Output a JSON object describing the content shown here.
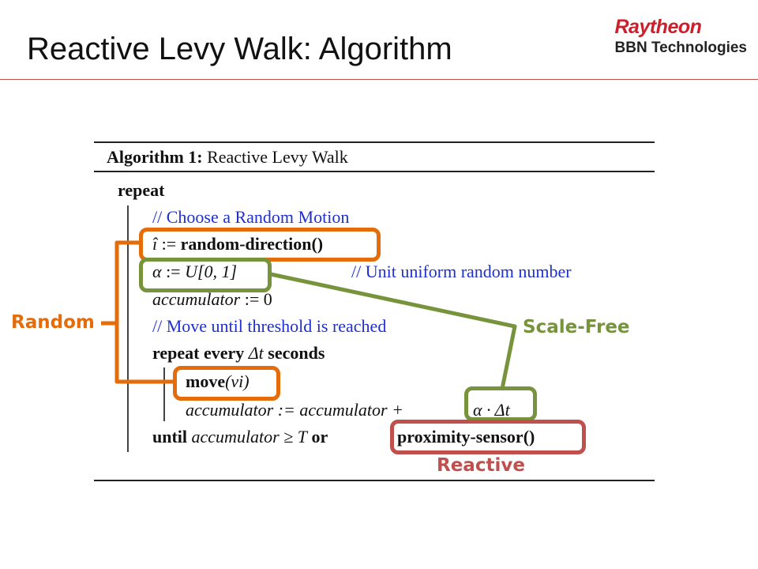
{
  "slide": {
    "title": "Reactive Levy Walk: Algorithm"
  },
  "logo": {
    "brand": "Raytheon",
    "division": "BBN Technologies"
  },
  "algorithm": {
    "caption_label": "Algorithm 1:",
    "caption_title": "Reactive Levy Walk",
    "lines": {
      "repeat": "repeat",
      "comment_choose": "// Choose a Random Motion",
      "i_hat": "î",
      "assign": ":=",
      "random_direction": "random-direction()",
      "alpha": "α",
      "uniform": "U[0, 1]",
      "comment_uniform": "// Unit uniform random number",
      "accumulator_init_var": "accumulator",
      "accumulator_init_val": "0",
      "comment_move": "// Move until threshold is reached",
      "repeat_every": "repeat every",
      "delta_t": "Δt",
      "seconds": "seconds",
      "move": "move",
      "move_arg": "(vi)",
      "acc_update_lhs": "accumulator",
      "acc_update_rhs": "accumulator +",
      "alpha_dt": "α · Δt",
      "until": "until",
      "until_cond": "accumulator ≥ T",
      "or": "or",
      "proximity_sensor": "proximity-sensor()"
    }
  },
  "annotations": {
    "random": "Random",
    "scale_free": "Scale-Free",
    "reactive": "Reactive"
  },
  "colors": {
    "orange": "#e46c0a",
    "green": "#77933c",
    "red": "#c0504d",
    "comment_blue": "#1f2fd0",
    "raytheon_red": "#cc1f2b"
  }
}
